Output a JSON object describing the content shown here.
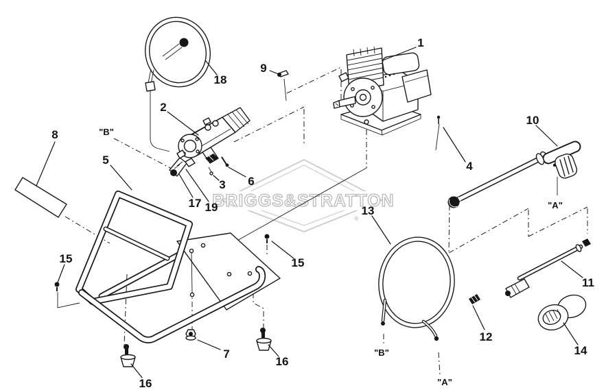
{
  "watermark": {
    "text": "BRIGGS&STRATTON",
    "registered": "®",
    "color": "#b9b9b9"
  },
  "colors": {
    "line": "#1a1a1a",
    "background": "#ffffff"
  },
  "callouts": {
    "n1": "1",
    "n2": "2",
    "n3": "3",
    "n4": "4",
    "n5": "5",
    "n6": "6",
    "n7": "7",
    "n8": "8",
    "n9": "9",
    "n10": "10",
    "n11": "11",
    "n12": "12",
    "n13": "13",
    "n14": "14",
    "n15_left": "15",
    "n15_right": "15",
    "n16_left": "16",
    "n16_right": "16",
    "n17": "17",
    "n18": "18",
    "n19": "19",
    "a_gun": "\"A\"",
    "a_hose": "\"A\"",
    "b_pump": "\"B\"",
    "b_hose": "\"B\""
  }
}
